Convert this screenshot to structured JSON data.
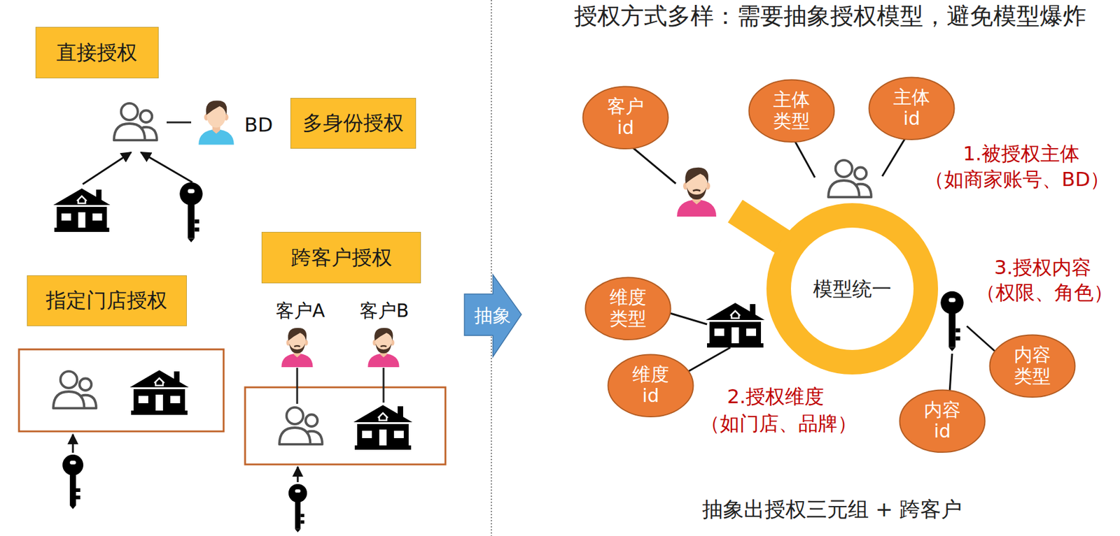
{
  "diagram": {
    "title": "授权方式多样：需要抽象授权模型，避免模型爆炸",
    "caption": "抽象出授权三元组 + 跨客户",
    "nodes": [
      {
        "text": [
          "直接授权"
        ]
      },
      {
        "text": [
          "多身份授权"
        ]
      },
      {
        "text": [
          "跨客户授权"
        ]
      },
      {
        "text": [
          "指定门店授权"
        ]
      },
      {
        "text": [
          "抽象"
        ]
      },
      {
        "text": [
          "客户 id"
        ]
      },
      {
        "text": [
          "主体 类型"
        ]
      },
      {
        "text": [
          "主体 id"
        ]
      },
      {
        "text": [
          "维度 类型"
        ]
      },
      {
        "text": [
          "维度 id"
        ]
      },
      {
        "text": [
          "内容 类型"
        ]
      },
      {
        "text": [
          "内容 id"
        ]
      },
      {
        "text": [
          "模型统一"
        ]
      }
    ],
    "labels": [
      "BD",
      "客户A",
      "客户B",
      "1.被授权主体",
      "（如商家账号、BD）",
      "2.授权维度",
      "（如门店、品牌）",
      "3.授权内容",
      "（权限、角色）"
    ]
  }
}
